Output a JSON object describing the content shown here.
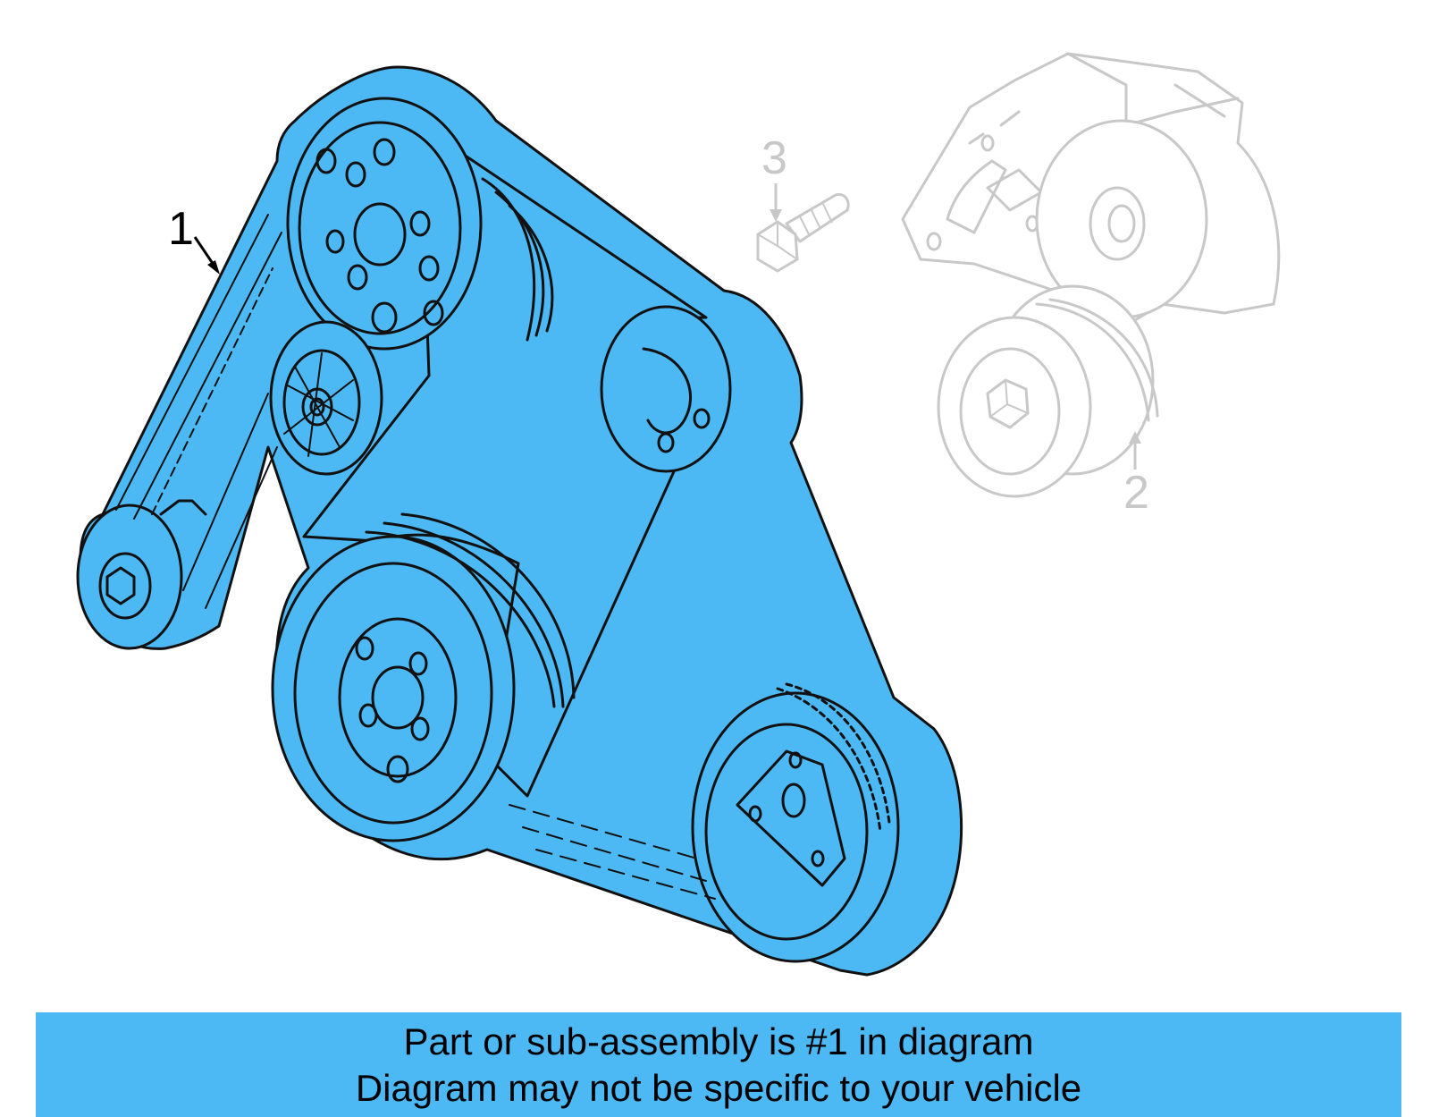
{
  "colors": {
    "highlight": "#4cb9f5",
    "banner": "#4cb9f5",
    "ghost_part": "#c8c8c8",
    "outline": "#111111"
  },
  "callouts": [
    {
      "number": "1",
      "label": "",
      "highlighted": true
    },
    {
      "number": "2",
      "label": "",
      "highlighted": false
    },
    {
      "number": "3",
      "label": "",
      "highlighted": false
    }
  ],
  "banner": {
    "line1": "Part or sub-assembly is #1 in diagram",
    "line2": "Diagram may not be specific to your vehicle"
  }
}
